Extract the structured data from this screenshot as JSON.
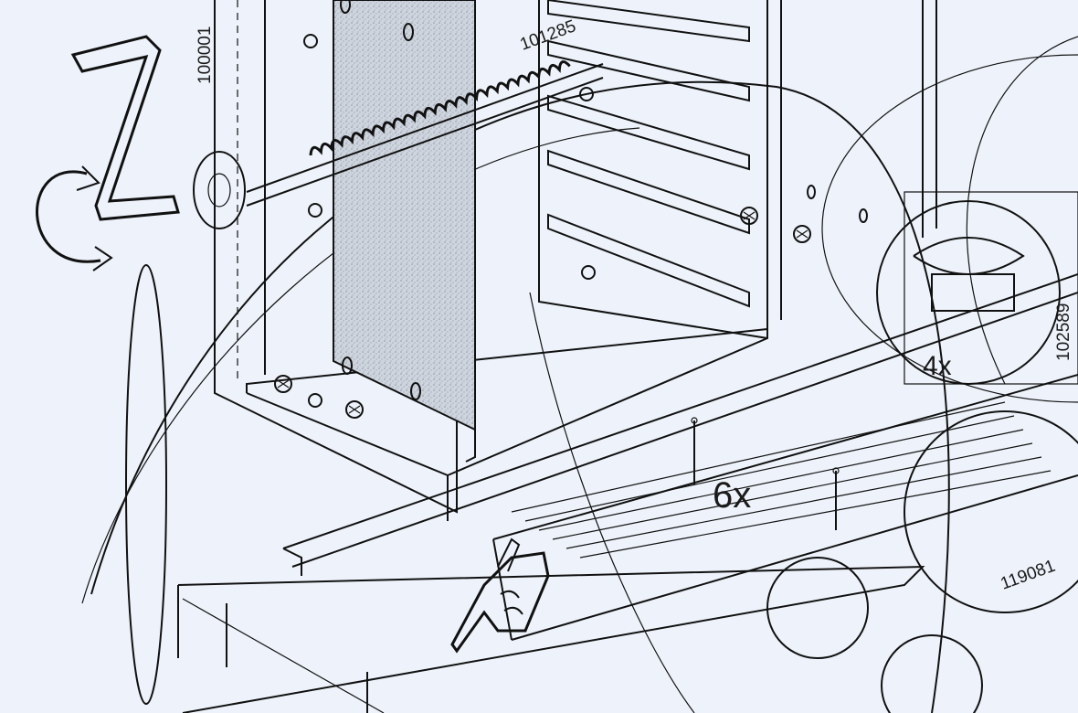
{
  "diagram": {
    "part_numbers": [
      "100001",
      "101285",
      "102589",
      "119081"
    ],
    "quantity_labels": [
      "6x",
      "4x"
    ],
    "icons": [
      "allen-key-icon",
      "rotate-arrow-icon",
      "pointing-hand-icon",
      "screw-icon",
      "cam-lock-icon",
      "dowel-icon"
    ],
    "colors": {
      "paper": "#eef3fb",
      "ink": "#111111",
      "panel_fill": "#c9cfd8"
    }
  }
}
